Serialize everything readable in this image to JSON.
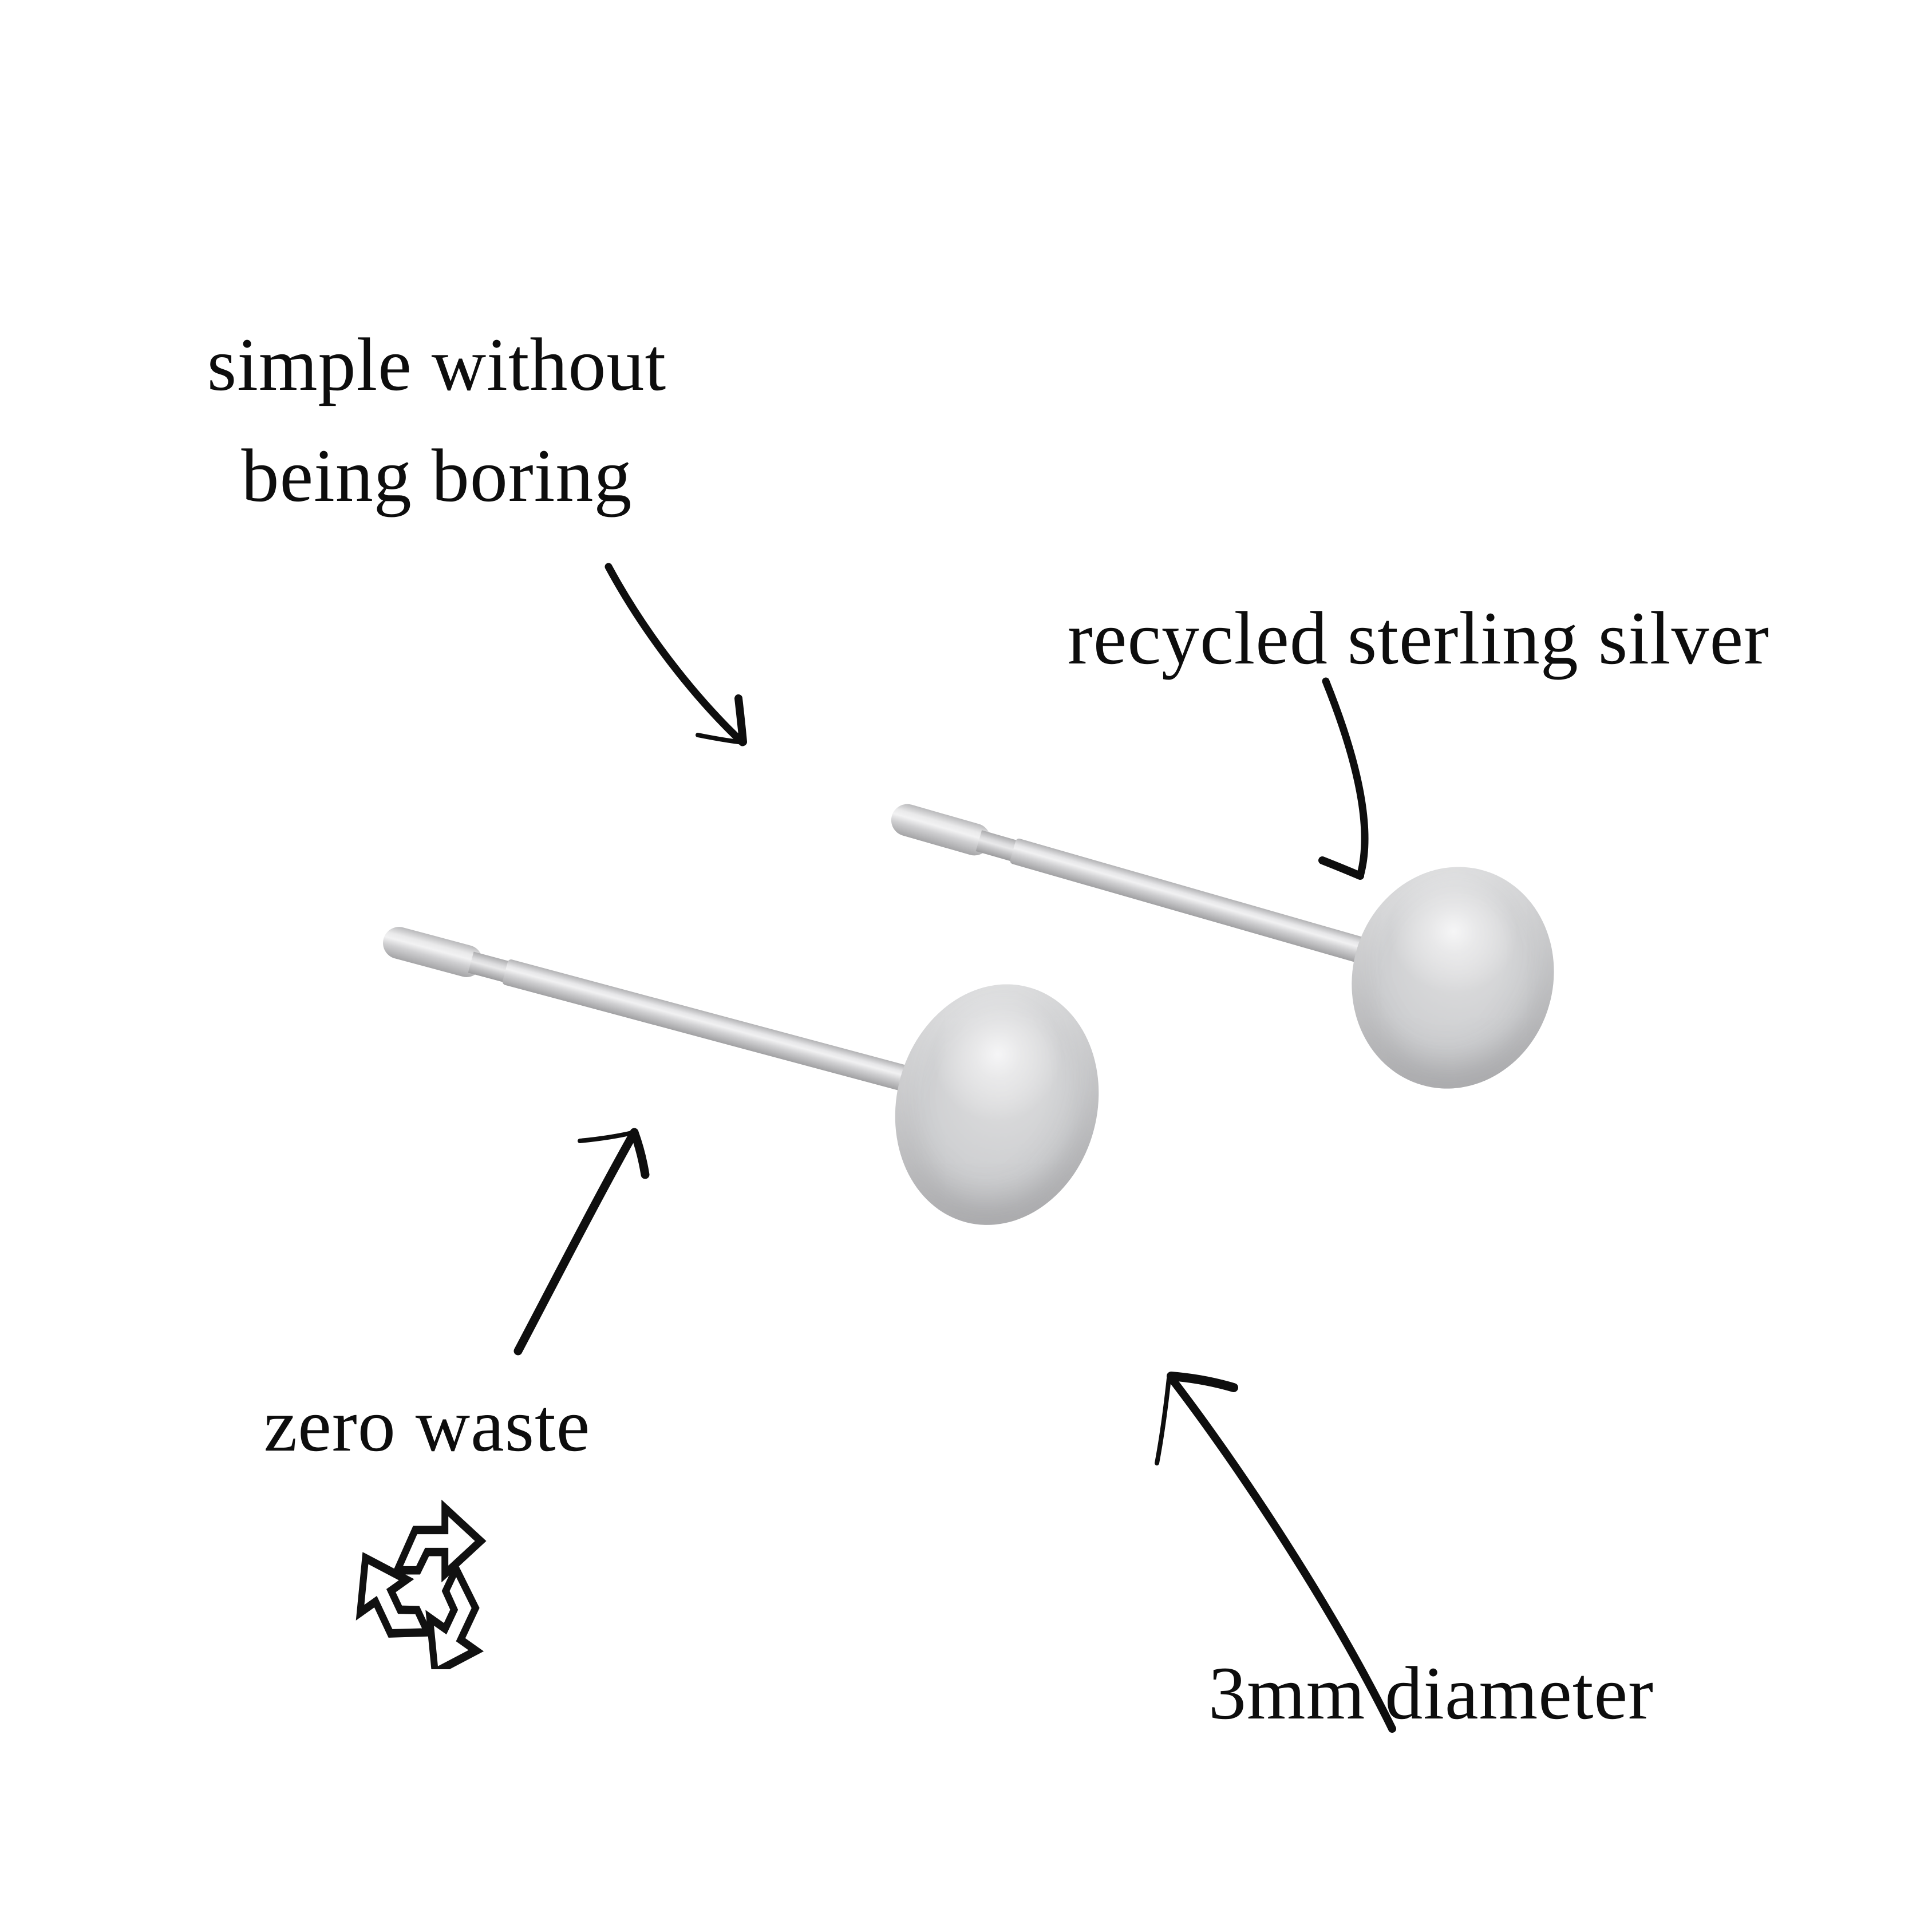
{
  "page": {
    "background": "#ffffff",
    "ink": "#0d0d0d",
    "description": "annotated product photo of a pair of sterling silver ball stud earrings"
  },
  "annotations": {
    "simple": {
      "line1": "simple without",
      "line2": "being boring"
    },
    "recycled": {
      "text": "recycled sterling silver"
    },
    "zero_waste": {
      "text": "zero waste"
    },
    "diameter": {
      "text": "3mm diameter"
    }
  },
  "icons": {
    "recycle": "recycling-symbol"
  },
  "arrows": [
    {
      "name": "arrow-simple-to-earrings",
      "from": "below 'being boring'",
      "to": "left stud post"
    },
    {
      "name": "arrow-recycled-to-ball",
      "from": "below 'recycled sterling silver'",
      "to": "right stud ball"
    },
    {
      "name": "arrow-zero-waste-to-post",
      "from": "above 'zero waste'",
      "to": "left stud ball"
    },
    {
      "name": "arrow-diameter-to-ball",
      "from": "above '3mm diameter'",
      "to": "right stud ball"
    }
  ],
  "product": {
    "items": [
      "left ball stud earring",
      "right ball stud earring"
    ],
    "silver_base": "#c9c9cb",
    "silver_highlight": "#f2f2f3",
    "silver_shadow": "#a2a2a4"
  }
}
